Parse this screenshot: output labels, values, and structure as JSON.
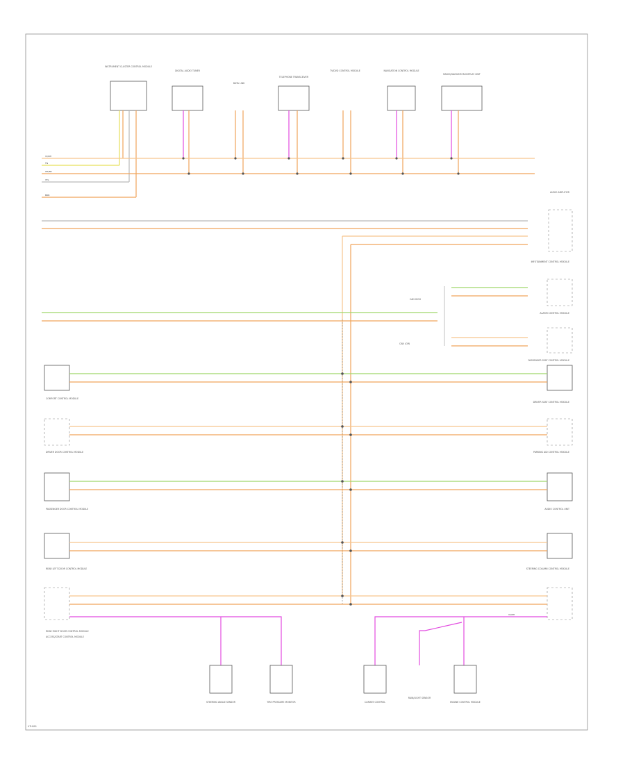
{
  "diagram": {
    "footer_id": "U7H091",
    "colors": {
      "orange": "#f0a45a",
      "orange_light": "#f6c58e",
      "green": "#9fd86a",
      "yellow": "#e7e05a",
      "magenta": "#e24be0",
      "gray": "#b9b9b9",
      "black": "#555555"
    },
    "top_components": [
      "INSTRUMENT CLUSTER CONTROL MODULE",
      "DIGITAL AUDIO TUNER",
      "DATA LINK",
      "TELEPHONE TRANSCEIVER",
      "TV/DVD CONTROL MODULE",
      "NAVIGATION CONTROL MODULE",
      "RADIO/NAVIGATION DISPLAY UNIT"
    ],
    "right_components": [
      "AUDIO AMPLIFIER",
      "INFOTAINMENT CONTROL MODULE",
      "ALARM CONTROL MODULE",
      "PASSENGER SEAT CONTROL MODULE",
      "DRIVER SEAT CONTROL MODULE",
      "PARKING AID CONTROL MODULE",
      "AUDIO CONTROL UNIT",
      "STEERING COLUMN CONTROL MODULE"
    ],
    "left_components": [
      "COMFORT CONTROL MODULE",
      "DRIVER DOOR CONTROL MODULE",
      "PASSENGER DOOR CONTROL MODULE",
      "REAR LEFT DOOR CONTROL MODULE",
      "REAR RIGHT DOOR CONTROL MODULE",
      "ACCESS/START CONTROL MODULE"
    ],
    "bottom_components": [
      "STEERING ANGLE SENSOR",
      "TIRE PRESSURE MONITOR",
      "CLIMATE CONTROL",
      "RAIN/LIGHT SENSOR",
      "ENGINE CONTROL MODULE"
    ],
    "mid_labels": [
      "CAN HIGH",
      "CAN LOW"
    ],
    "wire_codes": {
      "orange_green": "OR/GN",
      "orange_brown": "OR/BR",
      "violet_white": "VI/WH",
      "tn": "TN",
      "brown": "BRN",
      "yellow": "YEL"
    }
  }
}
